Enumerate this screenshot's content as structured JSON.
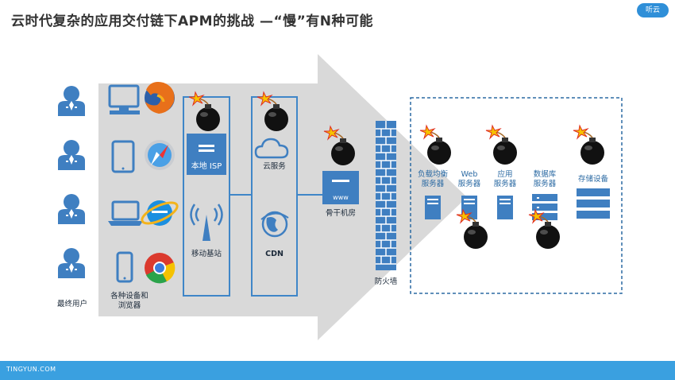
{
  "title": "云时代复杂的应用交付链下APM的挑战 —“慢”有N种可能",
  "logo_text": "听云",
  "footer_text": "TINGYUN.COM",
  "labels": {
    "end_user": "最终用户",
    "devices_line1": "各种设备和",
    "devices_line2": "浏览器",
    "local_isp": "本地 ISP",
    "mobile_station": "移动基站",
    "cloud_service": "云服务",
    "cdn": "CDN",
    "www": "www",
    "backbone": "骨干机房",
    "firewall": "防火墙",
    "lb_line1": "负载均衡",
    "lb_line2": "服务器",
    "web_line1": "Web",
    "web_line2": "服务器",
    "app_line1": "应用",
    "app_line2": "服务器",
    "db_line1": "数据库",
    "db_line2": "服务器",
    "storage": "存储设备"
  },
  "icons": {
    "user": "user-icon",
    "browsers": [
      "firefox-icon",
      "safari-icon",
      "ie-icon",
      "chrome-icon"
    ],
    "devices": [
      "desktop-icon",
      "tablet-icon",
      "laptop-icon",
      "phone-icon"
    ],
    "bomb": "bomb-icon"
  },
  "colors": {
    "accent": "#3a8fd4",
    "arrow": "#d9d9d9",
    "icon_blue": "#3f7fc1",
    "box_border": "#3f86c8",
    "dashed": "#2b6aa3"
  }
}
